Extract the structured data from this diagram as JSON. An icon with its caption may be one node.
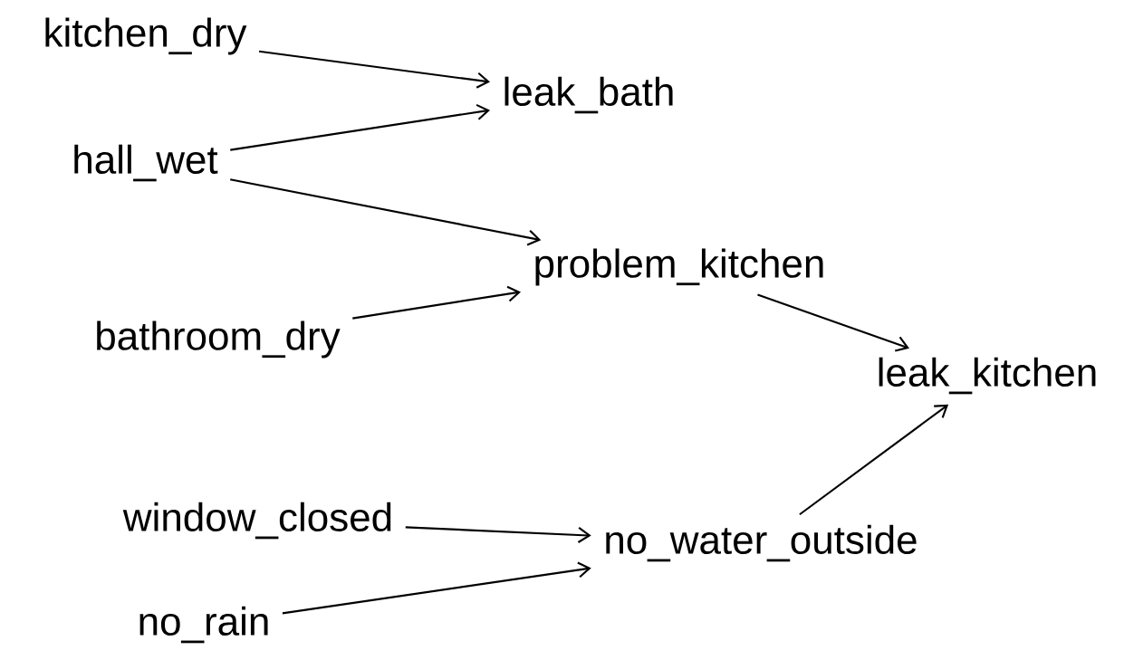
{
  "diagram": {
    "nodes": [
      {
        "text": [
          "kitchen_dry"
        ]
      },
      {
        "text": [
          "leak_bath"
        ]
      },
      {
        "text": [
          "hall_wet"
        ]
      },
      {
        "text": [
          "problem_kitchen"
        ]
      },
      {
        "text": [
          "bathroom_dry"
        ]
      },
      {
        "text": [
          "leak_kitchen"
        ]
      },
      {
        "text": [
          "window_closed"
        ]
      },
      {
        "text": [
          "no_water_outside"
        ]
      },
      {
        "text": [
          "no_rain"
        ]
      }
    ],
    "edges": [
      {
        "from": 0,
        "to": 1,
        "arrow": "to"
      },
      {
        "from": 2,
        "to": 1,
        "arrow": "to"
      },
      {
        "from": 2,
        "to": 3,
        "arrow": "to"
      },
      {
        "from": 4,
        "to": 3,
        "arrow": "to"
      },
      {
        "from": 3,
        "to": 5,
        "arrow": "to"
      },
      {
        "from": 7,
        "to": 5,
        "arrow": "to"
      },
      {
        "from": 6,
        "to": 7,
        "arrow": "to"
      },
      {
        "from": 8,
        "to": 7,
        "arrow": "to"
      }
    ]
  }
}
